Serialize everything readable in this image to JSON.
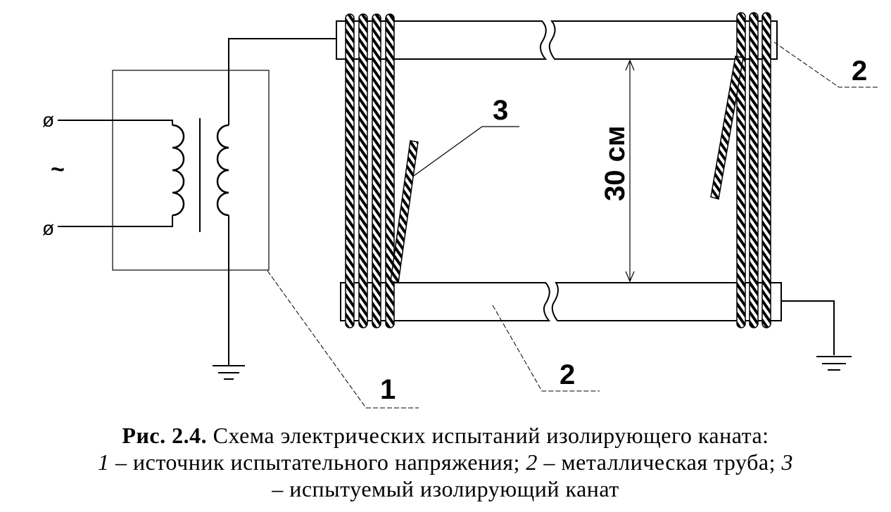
{
  "diagram": {
    "source_symbol": "~",
    "terminal_symbol": "ø",
    "dimension_label": "30 см",
    "callouts": {
      "label_1": "1",
      "label_2_top": "2",
      "label_2_bottom": "2",
      "label_3": "3"
    }
  },
  "caption": {
    "fig_ref": "Рис. 2.4.",
    "title": "Схема электрических испытаний изолирующего каната:",
    "item1_num": "1",
    "item1_text": "– источник испытательного напряжения;",
    "item2_num": "2",
    "item2_text": "– металлическая труба;",
    "item3_num": "3",
    "item3_text": "– испытуемый изолирующий канат"
  }
}
